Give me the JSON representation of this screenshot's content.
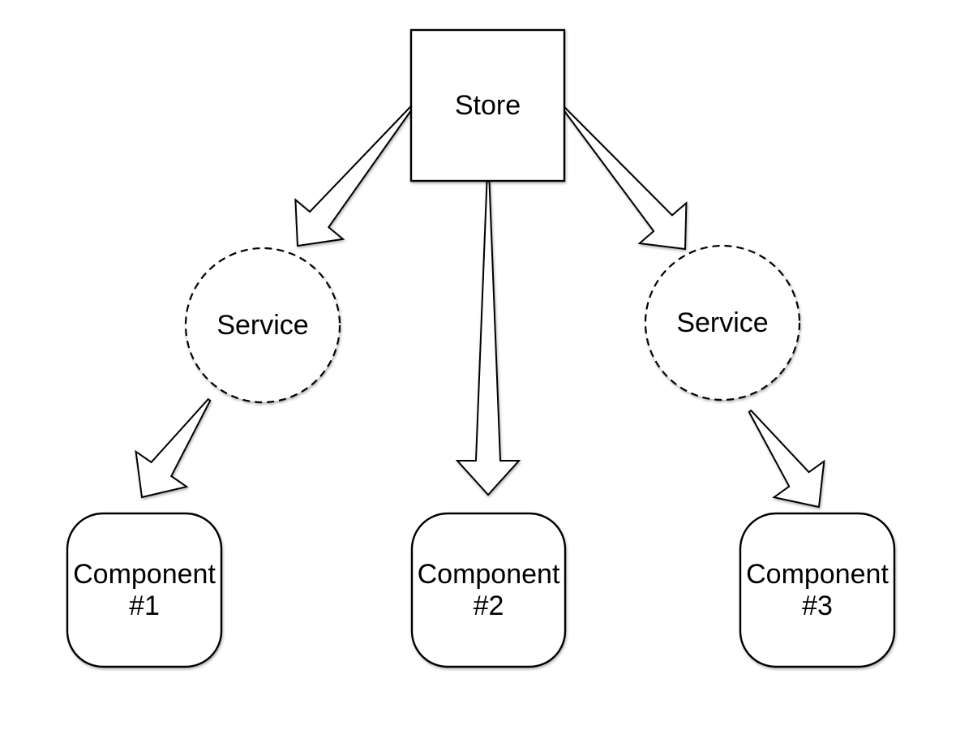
{
  "diagram": {
    "background_color": "#ffffff",
    "node_fill_color": "#ffffff",
    "line_color": "#000000",
    "nodes": [
      {
        "id": "store",
        "shape": "rectangle",
        "lines": [
          "Store"
        ]
      },
      {
        "id": "service-left",
        "shape": "dashed-circle",
        "lines": [
          "Service"
        ]
      },
      {
        "id": "service-right",
        "shape": "dashed-circle",
        "lines": [
          "Service"
        ]
      },
      {
        "id": "component-1",
        "shape": "rounded-rectangle",
        "lines": [
          "Component",
          "#1"
        ]
      },
      {
        "id": "component-2",
        "shape": "rounded-rectangle",
        "lines": [
          "Component",
          "#2"
        ]
      },
      {
        "id": "component-3",
        "shape": "rounded-rectangle",
        "lines": [
          "Component",
          "#3"
        ]
      }
    ],
    "edges": [
      {
        "from": "store",
        "to": "service-left"
      },
      {
        "from": "store",
        "to": "component-2"
      },
      {
        "from": "store",
        "to": "service-right"
      },
      {
        "from": "service-left",
        "to": "component-1"
      },
      {
        "from": "service-right",
        "to": "component-3"
      }
    ]
  }
}
